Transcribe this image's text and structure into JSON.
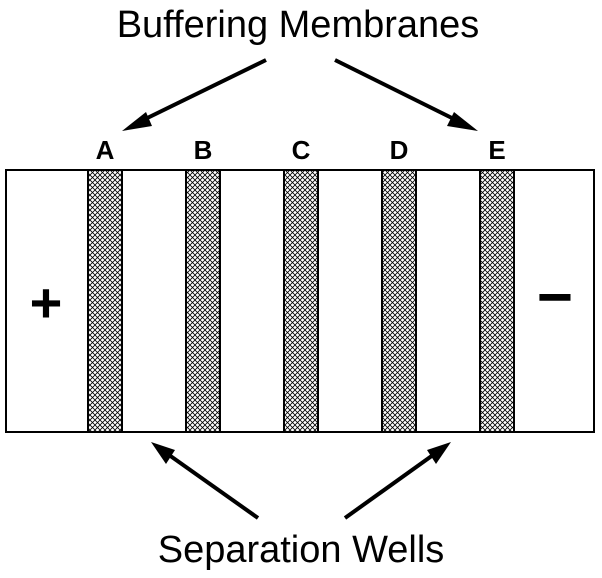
{
  "top_label": "Buffering Membranes",
  "bottom_label": "Separation Wells",
  "membranes": [
    {
      "letter": "A"
    },
    {
      "letter": "B"
    },
    {
      "letter": "C"
    },
    {
      "letter": "D"
    },
    {
      "letter": "E"
    }
  ],
  "anode_sign": "+",
  "cathode_sign": "−",
  "colors": {
    "stroke": "#000000",
    "background": "#ffffff",
    "hatch": "#000000"
  }
}
